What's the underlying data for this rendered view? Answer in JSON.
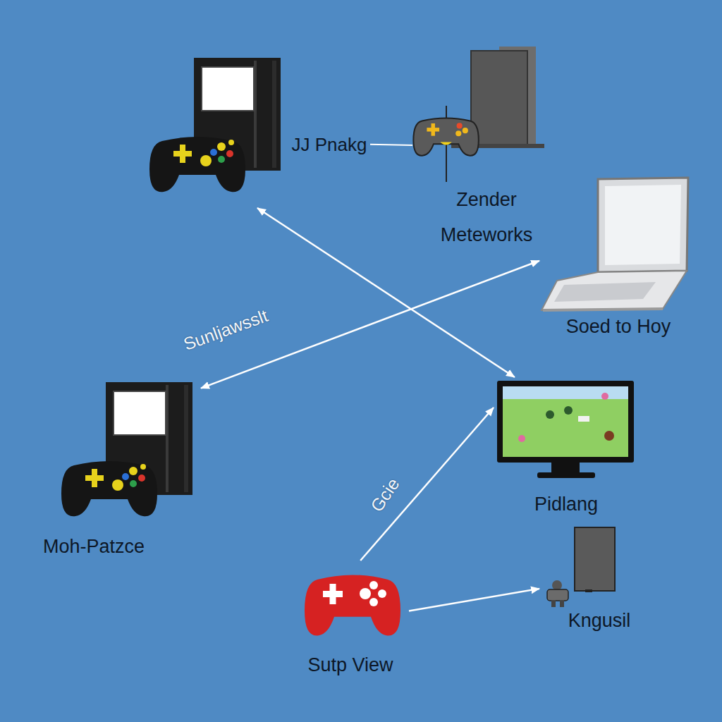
{
  "diagram": {
    "nodes": [
      {
        "text": [
          "JJ Pnakg"
        ]
      },
      {
        "text": [
          "Zender Meteworks"
        ]
      },
      {
        "text": [
          "Soed to Hoy"
        ]
      },
      {
        "text": [
          "Moh-Patzce"
        ]
      },
      {
        "text": [
          "Pidlang"
        ]
      },
      {
        "text": [
          "Sutp View"
        ]
      },
      {
        "text": [
          "Kngusil"
        ]
      }
    ],
    "edges": [
      {
        "from": 0,
        "to": 1,
        "arrow": "none"
      },
      {
        "from": 4,
        "to": 0,
        "arrow": "both"
      },
      {
        "from": 2,
        "to": 3,
        "label": "Sunljawsslt",
        "arrow": "both"
      },
      {
        "from": 5,
        "to": 4,
        "label": "Gcie",
        "arrow": "to"
      },
      {
        "from": 5,
        "to": 6,
        "arrow": "to"
      }
    ]
  }
}
